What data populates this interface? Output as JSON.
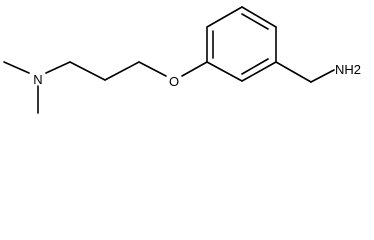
{
  "molecule": {
    "atoms": {
      "nitrogen_dimethyl": "N",
      "oxygen_ether": "O",
      "amine": "NH2"
    }
  }
}
